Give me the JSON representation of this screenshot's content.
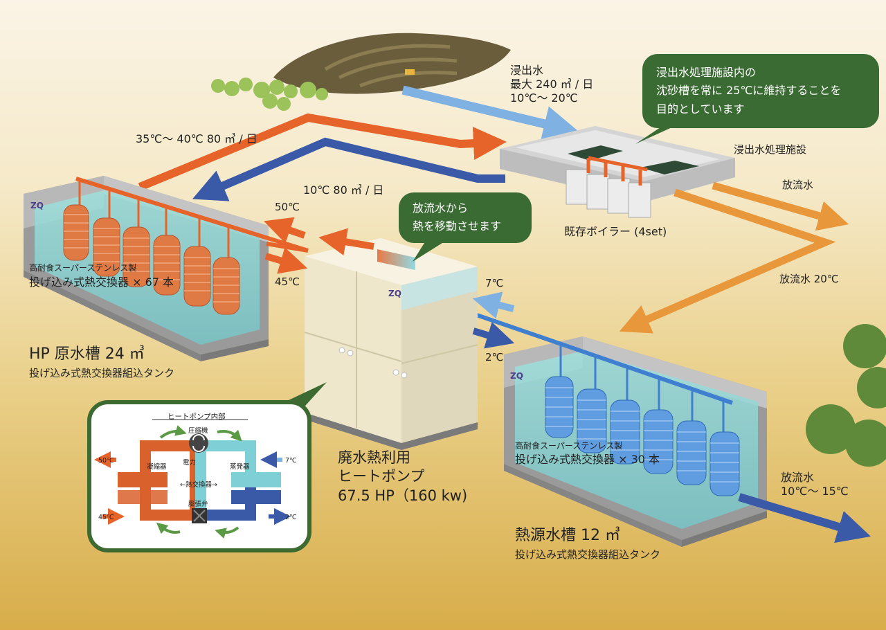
{
  "colors": {
    "hot": "#e6642a",
    "cold": "#3a5aa8",
    "light_blue": "#7fb2e2",
    "orange_flow": "#e8973a",
    "bubble": "#3a6b33",
    "water": "#8fd3d0"
  },
  "labels": {
    "leachate": [
      "浸出水",
      "最大 240 ㎥ / 日",
      "10℃〜 20℃"
    ],
    "bubble_top": [
      "浸出水処理施設内の",
      "沈砂槽を常に 25℃に維持することを",
      "目的としています"
    ],
    "treatment_facility": "浸出水処理施設",
    "discharge_1": "放流水",
    "discharge_20": "放流水 20℃",
    "boiler": "既存ボイラー (4set)",
    "flow_hot": "35℃〜 40℃ 80 ㎥ / 日",
    "flow_cold": "10℃ 80 ㎥ / 日",
    "t50": "50℃",
    "t45": "45℃",
    "t7": "7℃",
    "t2": "2℃",
    "bubble_mid": [
      "放流水から",
      "熱を移動させます"
    ],
    "left_tank": {
      "small": "高耐食スーパーステンレス製",
      "exchanger": "投げ込み式熱交換器 × 67 本",
      "title": "HP 原水槽 24 ㎥",
      "sub": "投げ込み式熱交換器組込タンク"
    },
    "right_tank": {
      "small": "高耐食スーパーステンレス製",
      "exchanger": "投げ込み式熱交換器 × 30 本",
      "title": "熱源水槽 12 ㎥",
      "sub": "投げ込み式熱交換器組込タンク"
    },
    "heat_pump": [
      "廃水熱利用",
      "ヒートポンプ",
      "67.5 HP（160 kw)"
    ],
    "discharge_out": [
      "放流水",
      "10℃〜 15℃"
    ],
    "brand": "ZQ",
    "inset": {
      "title": "ヒートポンプ内部",
      "compressor": "圧縮機",
      "power": "電力",
      "condenser": "凝縮器",
      "evaporator": "蒸発器",
      "exchanger": "←熱交換器→",
      "valve": "膨張弁",
      "t50": "50℃",
      "t45": "45℃",
      "t7": "7℃",
      "t2": "2℃"
    }
  }
}
